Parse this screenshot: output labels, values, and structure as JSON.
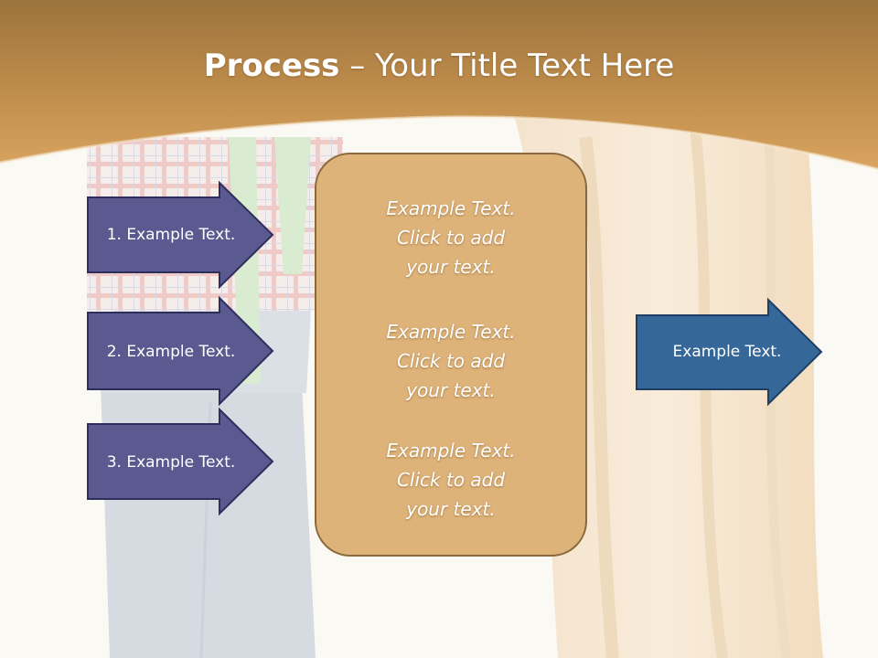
{
  "slide": {
    "title_bold": "Process",
    "title_rest": " – Your Title Text Here"
  },
  "left_arrows": [
    {
      "label": "1. Example Text."
    },
    {
      "label": "2. Example Text."
    },
    {
      "label": "3. Example Text."
    }
  ],
  "center_blocks": [
    {
      "lines": [
        "Example Text.",
        "Click  to add",
        "your text."
      ]
    },
    {
      "lines": [
        "Example Text.",
        "Click  to add",
        "your text."
      ]
    },
    {
      "lines": [
        "Example Text.",
        "Click  to add",
        "your text."
      ]
    }
  ],
  "right_arrow": {
    "label": "Example Text."
  },
  "colors": {
    "header": "#c8944e",
    "left_arrow_fill": "#5b5a90",
    "left_arrow_stroke": "#2e2e5c",
    "center_fill": "#deb37a",
    "center_stroke": "#8a6a3d",
    "right_arrow_fill": "#356799",
    "right_arrow_stroke": "#1d3f66"
  }
}
